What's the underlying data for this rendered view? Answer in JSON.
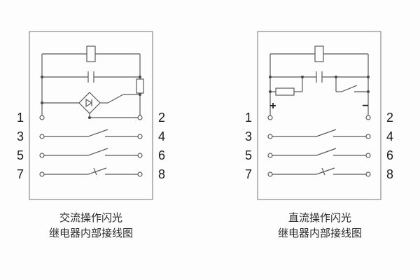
{
  "page": {
    "background": "#fdfdfd"
  },
  "colors": {
    "line": "#5a5a5a",
    "text": "#1c1c1c",
    "box_border": "#8a8a8a"
  },
  "diagrams": [
    {
      "type": "ac",
      "caption": [
        "交流操作闪光",
        "继电器内部接线图"
      ],
      "terminals": {
        "left": [
          "1",
          "3",
          "5",
          "7"
        ],
        "right": [
          "2",
          "4",
          "6",
          "8"
        ]
      },
      "components": [
        "coil",
        "capacitor",
        "rectifier-bridge",
        "resistor",
        "contacts"
      ]
    },
    {
      "type": "dc",
      "caption": [
        "直流操作闪光",
        "继电器内部接线图"
      ],
      "terminals": {
        "left": [
          "1",
          "3",
          "5",
          "7"
        ],
        "right": [
          "2",
          "4",
          "6",
          "8"
        ]
      },
      "polarity": {
        "positive": "+",
        "negative": "−"
      },
      "components": [
        "coil",
        "capacitor",
        "resistor",
        "switch-contact",
        "contacts"
      ]
    }
  ]
}
